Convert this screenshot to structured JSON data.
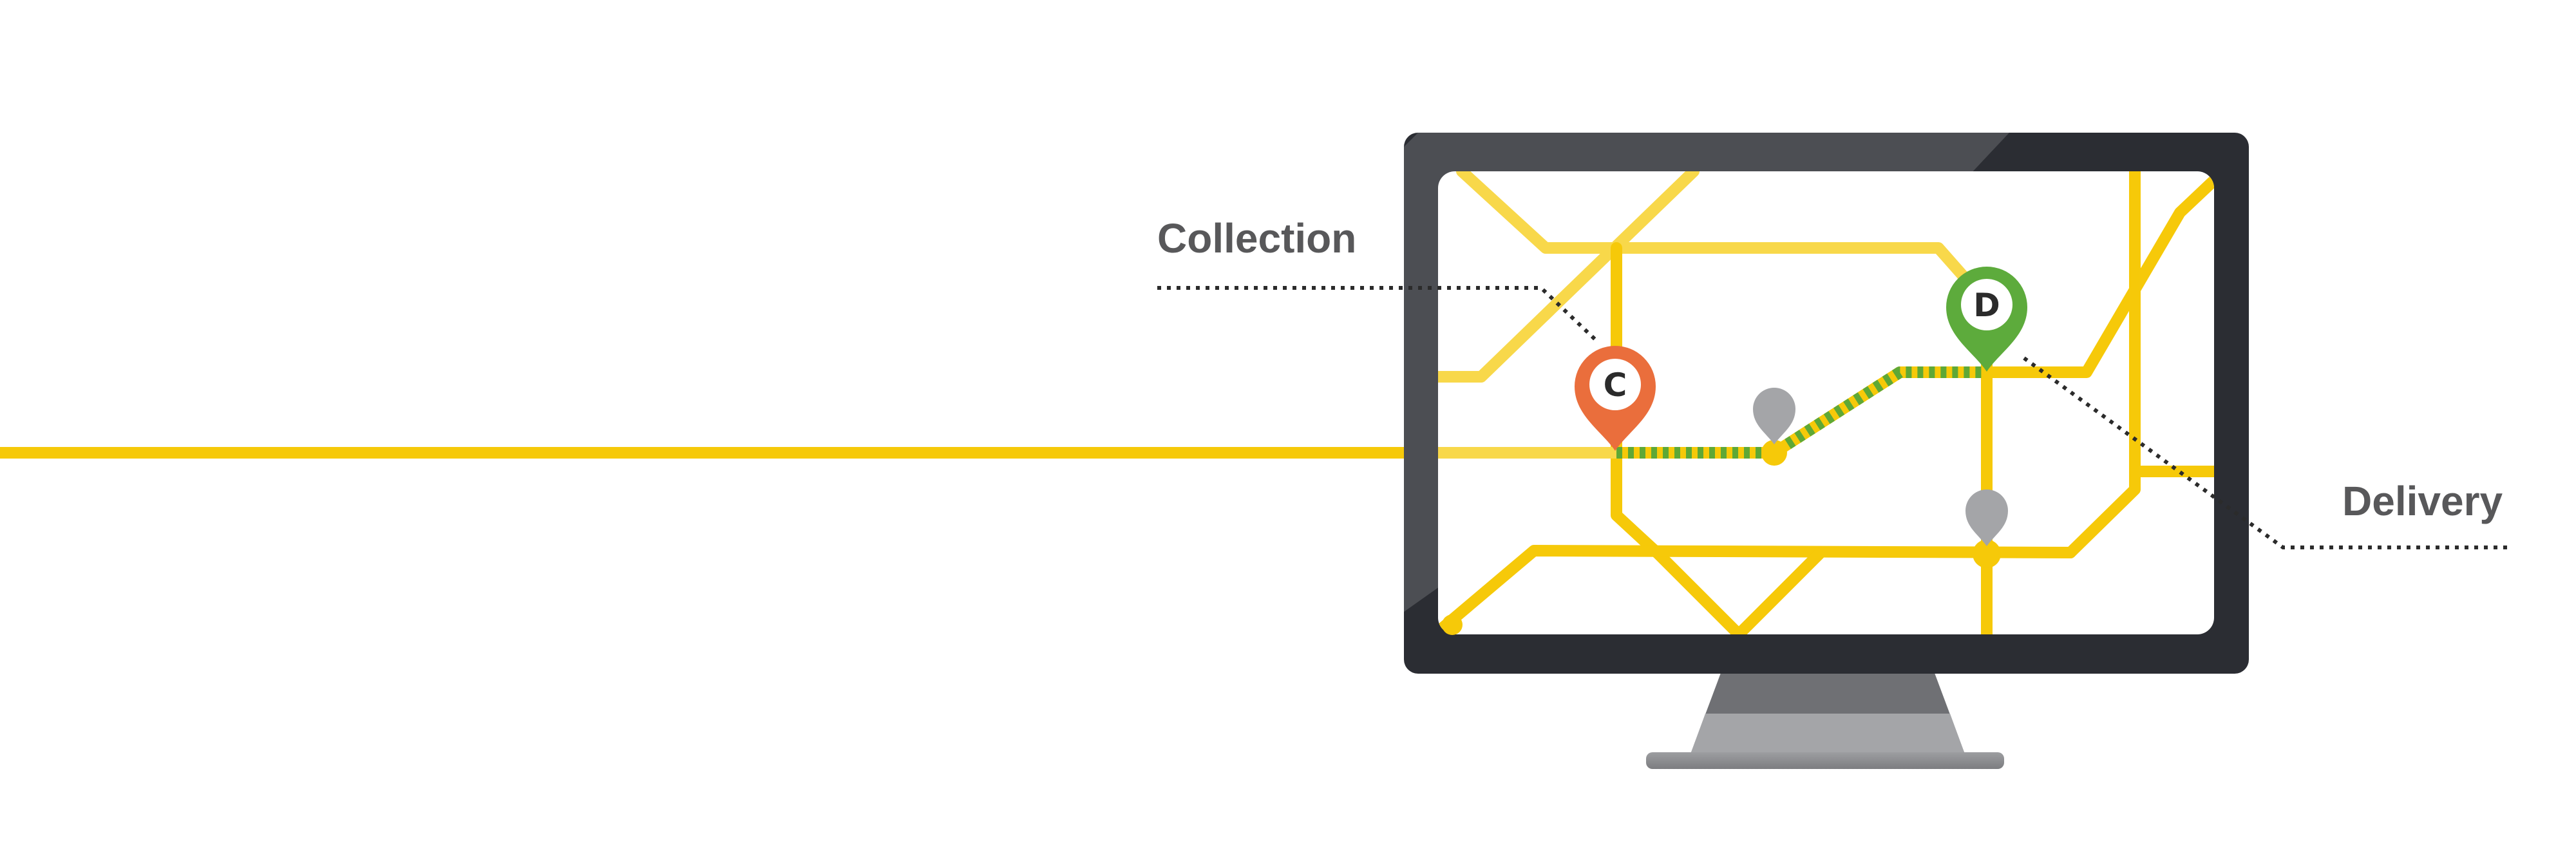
{
  "labels": {
    "collection": "Collection",
    "delivery": "Delivery"
  },
  "pins": {
    "collection_letter": "C",
    "delivery_letter": "D"
  },
  "colors": {
    "route_yellow": "#f6c909",
    "route_green": "#5ea836",
    "collection_pin": "#ea6e3c",
    "delivery_pin": "#5dab3c",
    "waypoint_pin": "#a4a5a8",
    "monitor_frame": "#2b2d33",
    "label_text": "#58585a"
  },
  "icons": {
    "monitor": "monitor-icon",
    "collection_pin": "map-pin-icon",
    "delivery_pin": "map-pin-icon",
    "waypoint_pin": "map-pin-icon"
  }
}
